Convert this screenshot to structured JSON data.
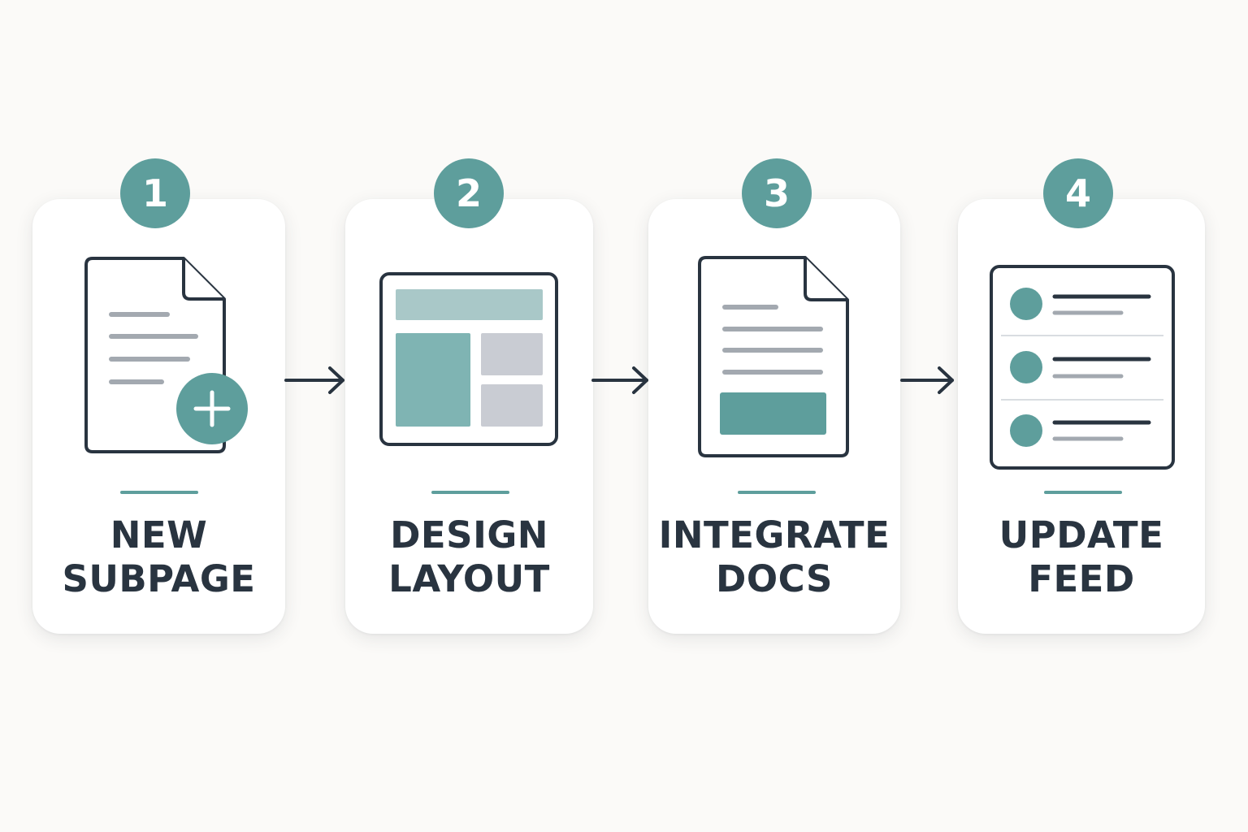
{
  "colors": {
    "accent": "#5e9e9c",
    "dark": "#293440",
    "line_gray": "#a3a9b0",
    "block_gray": "#c9ccd3",
    "light_teal": "#a9c8c8",
    "mid_teal": "#7fb4b3",
    "divider": "#d9dde1",
    "background": "#fbfaf8"
  },
  "steps": [
    {
      "number": "1",
      "title_line1": "NEW",
      "title_line2": "SUBPAGE",
      "icon": "document-plus-icon"
    },
    {
      "number": "2",
      "title_line1": "DESIGN",
      "title_line2": "LAYOUT",
      "icon": "layout-icon"
    },
    {
      "number": "3",
      "title_line1": "INTEGRATE",
      "title_line2": "DOCS",
      "icon": "document-icon"
    },
    {
      "number": "4",
      "title_line1": "UPDATE",
      "title_line2": "FEED",
      "icon": "feed-list-icon"
    }
  ],
  "connectors": [
    "arrow-right-icon",
    "arrow-right-icon",
    "arrow-right-icon"
  ]
}
